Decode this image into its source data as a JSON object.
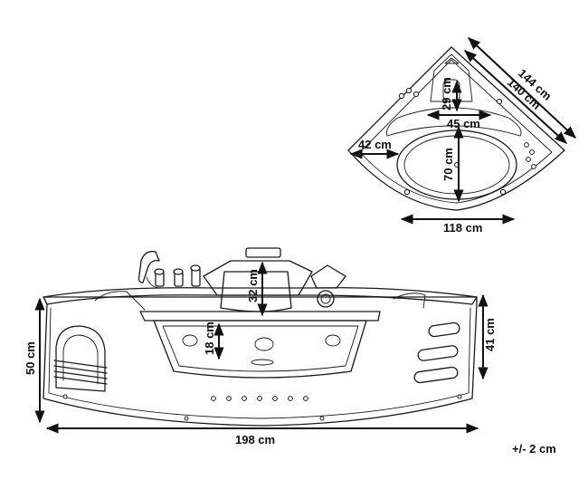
{
  "top_view": {
    "labels": {
      "outer_diagonal": "144 cm",
      "inner_diagonal": "140 cm",
      "headrest_depth": "29 cm",
      "headrest_width": "45 cm",
      "side_depth": "42 cm",
      "basin_length": "70 cm",
      "front_width": "118 cm"
    }
  },
  "front_view": {
    "labels": {
      "headrest_height": "32 cm",
      "window_height": "18 cm",
      "total_height": "50 cm",
      "side_height": "41 cm",
      "total_width": "198 cm"
    }
  },
  "tolerance": "+/- 2 cm"
}
